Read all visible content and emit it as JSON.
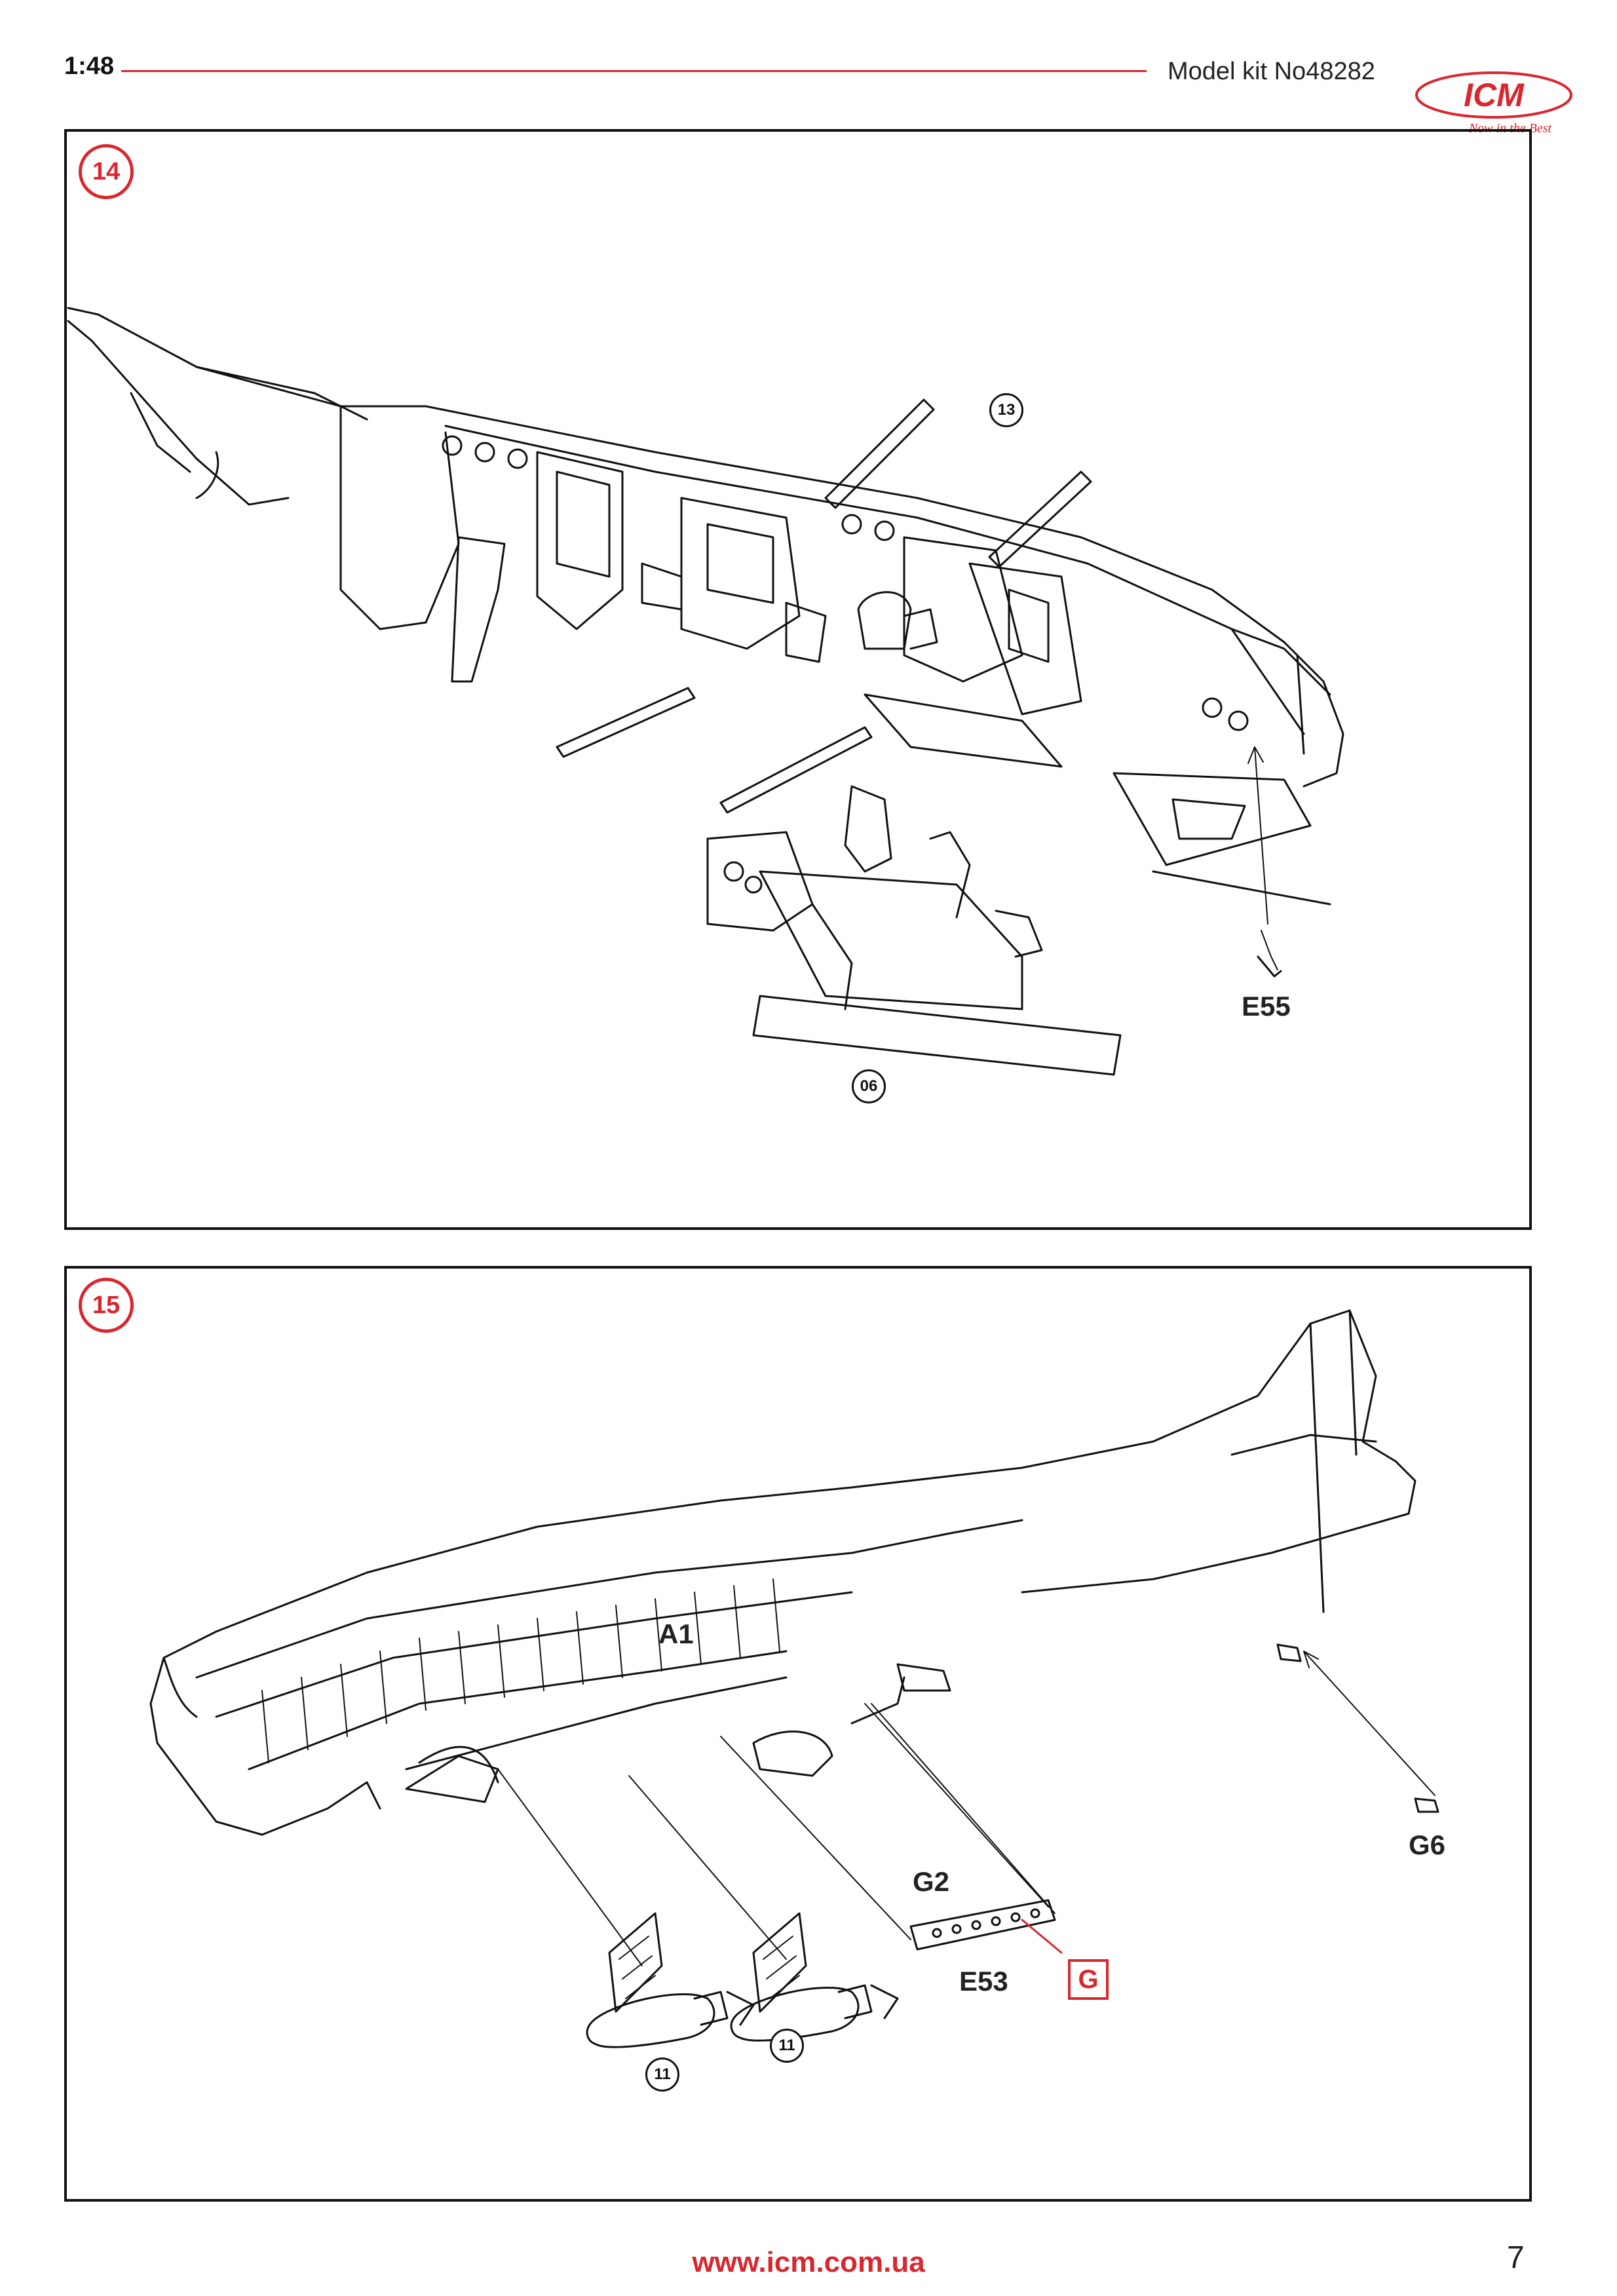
{
  "header": {
    "scale": "1:48",
    "model_kit": "Model kit No48282",
    "logo_text": "ICM",
    "logo_tagline": "Now in the Best"
  },
  "step14": {
    "number": "14",
    "subassembly_top": "13",
    "subassembly_bottom": "06",
    "part_label": "E55"
  },
  "step15": {
    "number": "15",
    "part_a1": "A1",
    "part_g2": "G2",
    "part_g6": "G6",
    "part_e53": "E53",
    "sprue_marker": "G",
    "bomb_left": "11",
    "bomb_right": "11"
  },
  "footer": {
    "url": "www.icm.com.ua",
    "page_number": "7"
  },
  "colors": {
    "accent": "#d9272e",
    "line": "#111111"
  }
}
